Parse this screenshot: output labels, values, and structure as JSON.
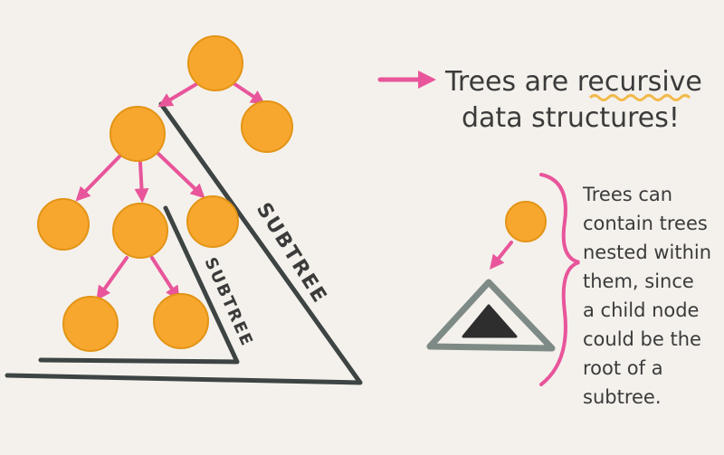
{
  "title": {
    "line1_prefix": "Trees are ",
    "line1_emphasis": "recursive",
    "line2": "data structures!"
  },
  "labels": {
    "outer_subtree": "SUBTREE",
    "inner_subtree": "SUBTREE"
  },
  "side_note": {
    "lines": [
      "Trees can",
      "contain trees",
      "nested within",
      "them, since",
      "a child node",
      "could be the",
      "root of a",
      "subtree."
    ]
  },
  "colors": {
    "node_fill": "#f7a72d",
    "node_stroke": "#e39416",
    "arrow": "#e8559a",
    "triangle": "#3d4443",
    "triangle_light": "#7e8a86",
    "squiggle": "#f2b94a",
    "bracket": "#e8559a"
  }
}
